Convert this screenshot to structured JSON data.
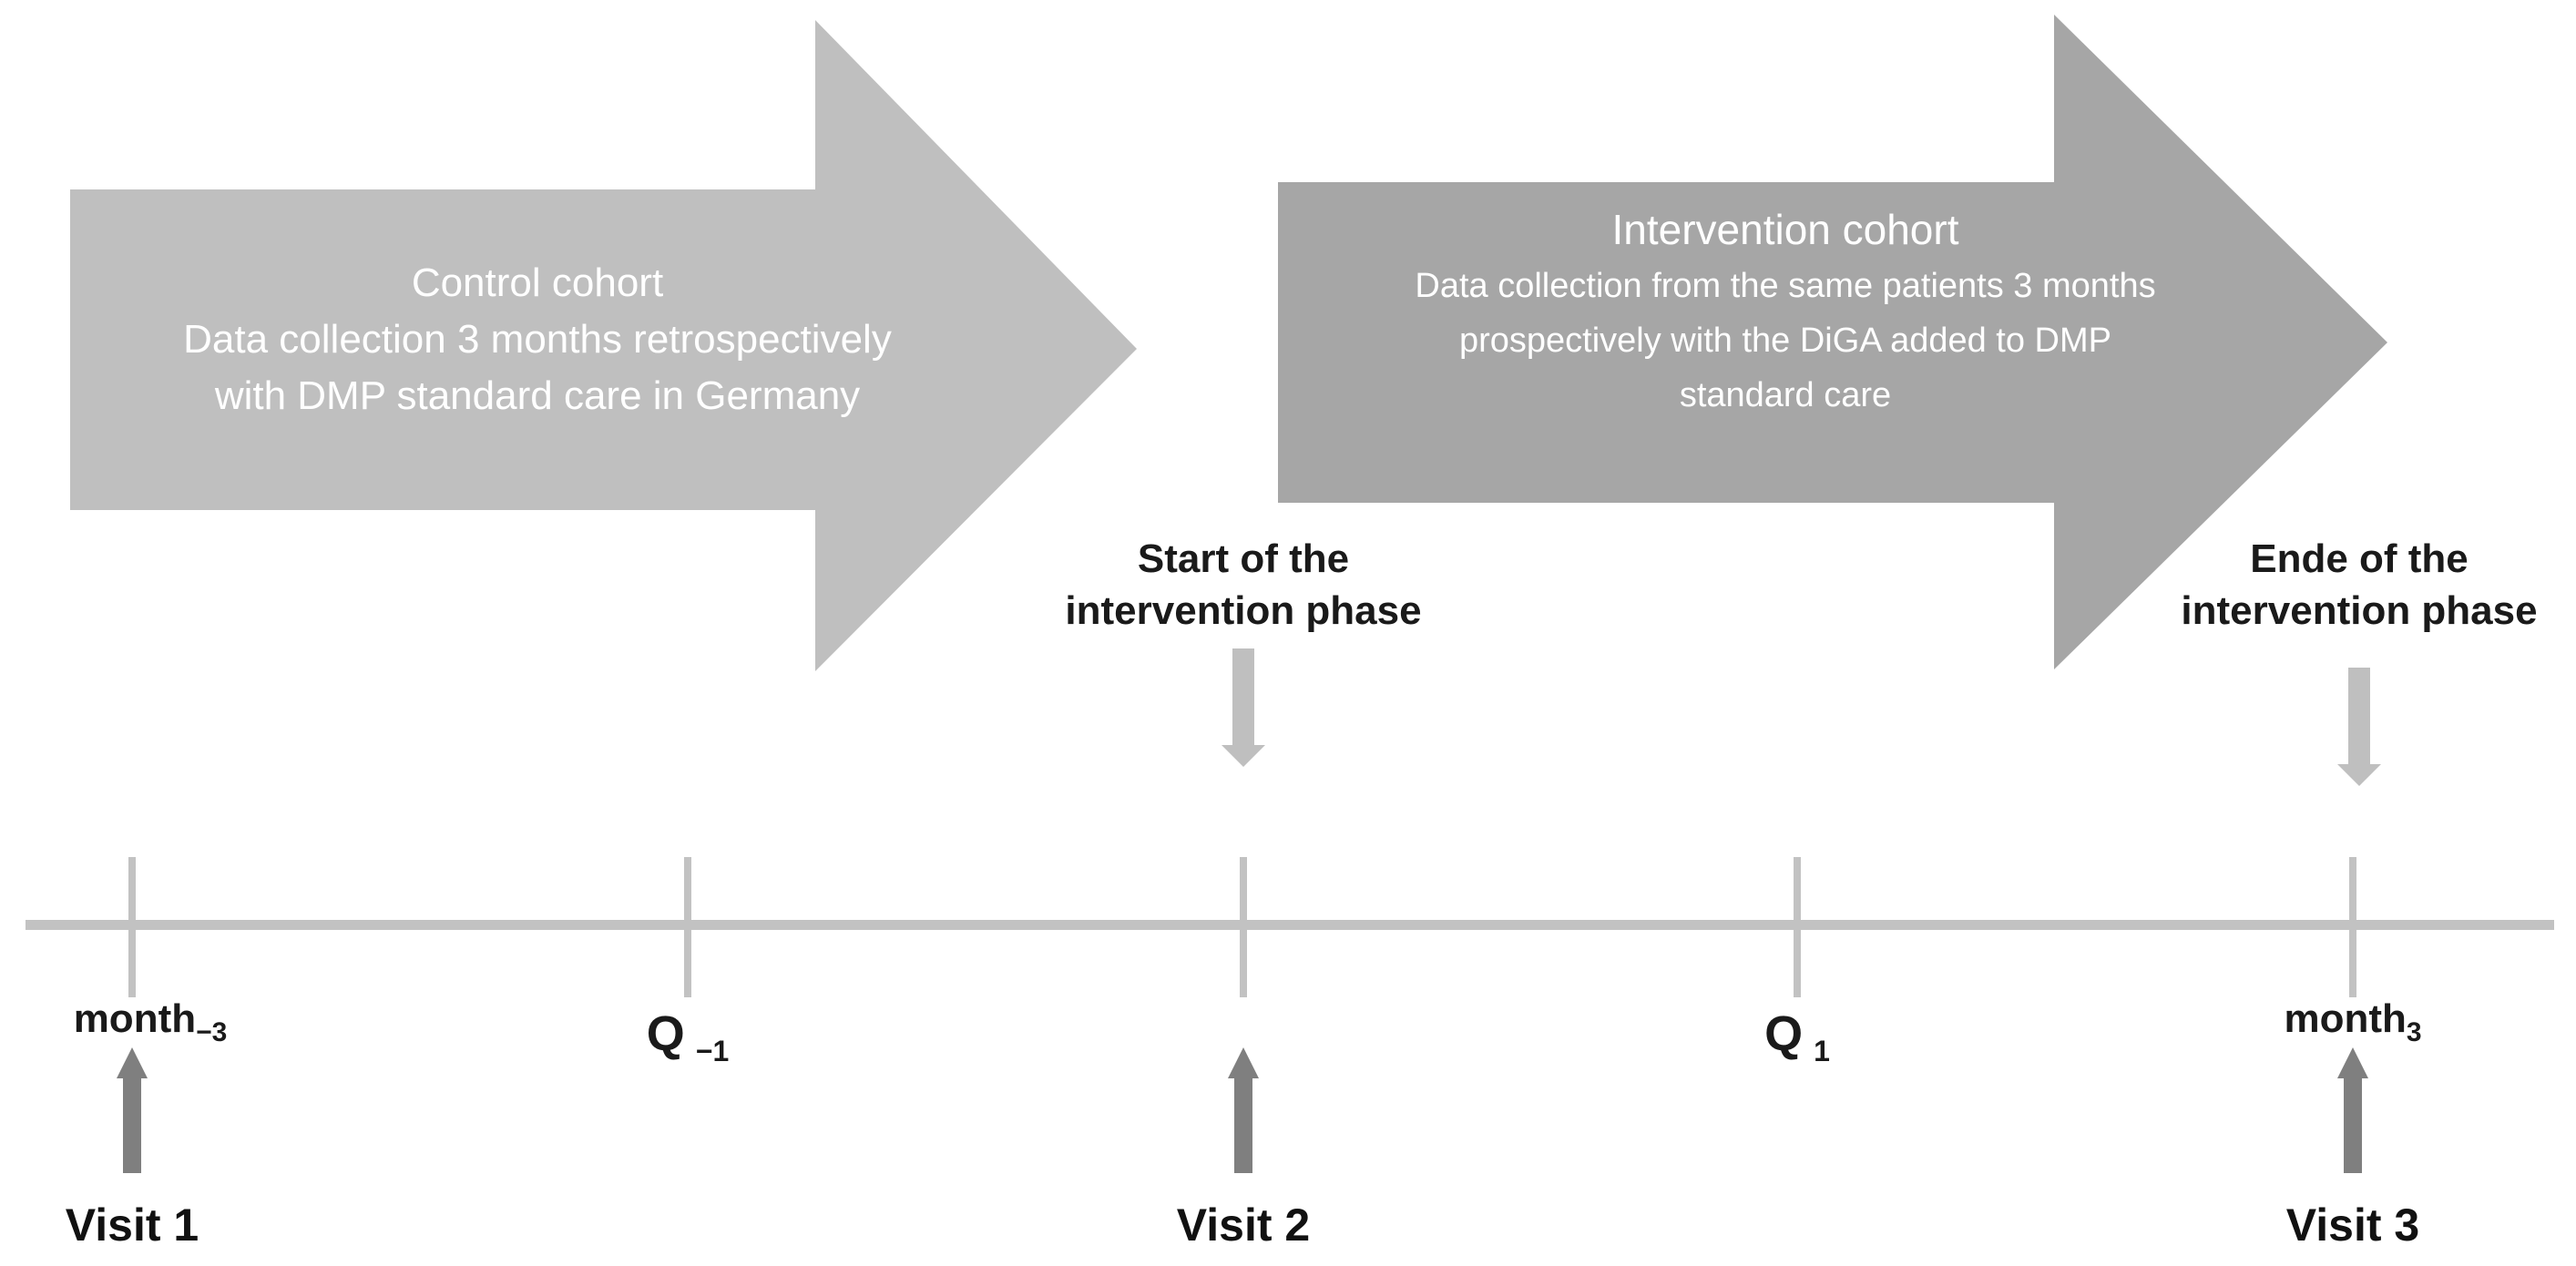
{
  "figure": {
    "control_arrow": {
      "color": "#BFBFBF",
      "lines": [
        "Control cohort",
        "Data collection 3 months retrospectively",
        "with DMP standard care in Germany"
      ]
    },
    "intervention_arrow": {
      "color": "#A6A6A6",
      "title": "Intervention cohort",
      "lines": [
        "Data collection from the same patients 3 months",
        "prospectively with the DiGA added to DMP",
        "standard care"
      ]
    },
    "start_label": {
      "line1": "Start of the",
      "line2": "intervention phase"
    },
    "end_label": {
      "line1": "Ende of the",
      "line2": "intervention phase"
    },
    "timeline": {
      "color": "#C2C2C2",
      "tick_labels": [
        {
          "main": "month",
          "sub": "−3"
        },
        {
          "main": "Q",
          "sub": "−1"
        },
        {
          "main": "Q",
          "sub": "1"
        },
        {
          "main": "month",
          "sub": "3"
        }
      ]
    },
    "visits": [
      "Visit 1",
      "Visit 2",
      "Visit 3"
    ],
    "colors": {
      "visit_arrow": "#7F7F7F",
      "phase_arrow": "#BFBFBF",
      "label_text": "#1A1A1A",
      "arrow_text": "#FFFFFF"
    }
  }
}
